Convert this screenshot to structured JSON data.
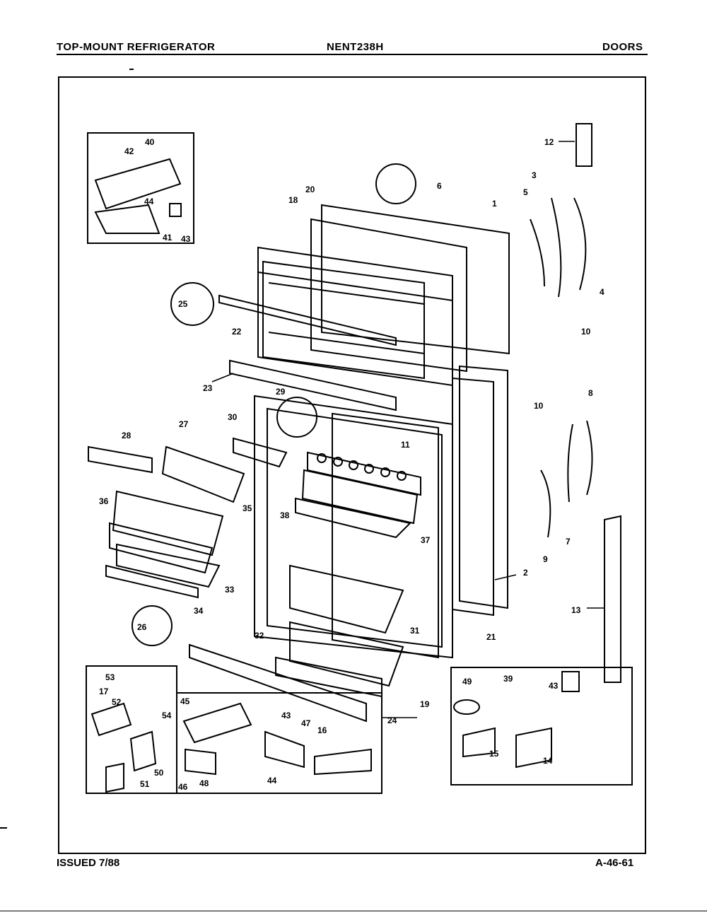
{
  "header": {
    "left": "TOP-MOUNT REFRIGERATOR",
    "center": "NENT238H",
    "right": "DOORS"
  },
  "footer": {
    "issued": "ISSUED 7/88",
    "code": "A-46-61"
  },
  "callouts": [
    "1",
    "2",
    "3",
    "4",
    "5",
    "6",
    "7",
    "8",
    "9",
    "10",
    "10",
    "11",
    "12",
    "13",
    "14",
    "15",
    "16",
    "17",
    "18",
    "19",
    "20",
    "21",
    "22",
    "23",
    "24",
    "25",
    "26",
    "27",
    "28",
    "29",
    "30",
    "31",
    "32",
    "33",
    "34",
    "35",
    "36",
    "37",
    "38",
    "39",
    "40",
    "41",
    "42",
    "43",
    "43",
    "43",
    "44",
    "44",
    "45",
    "46",
    "47",
    "48",
    "49",
    "50",
    "51",
    "52",
    "53",
    "54"
  ]
}
